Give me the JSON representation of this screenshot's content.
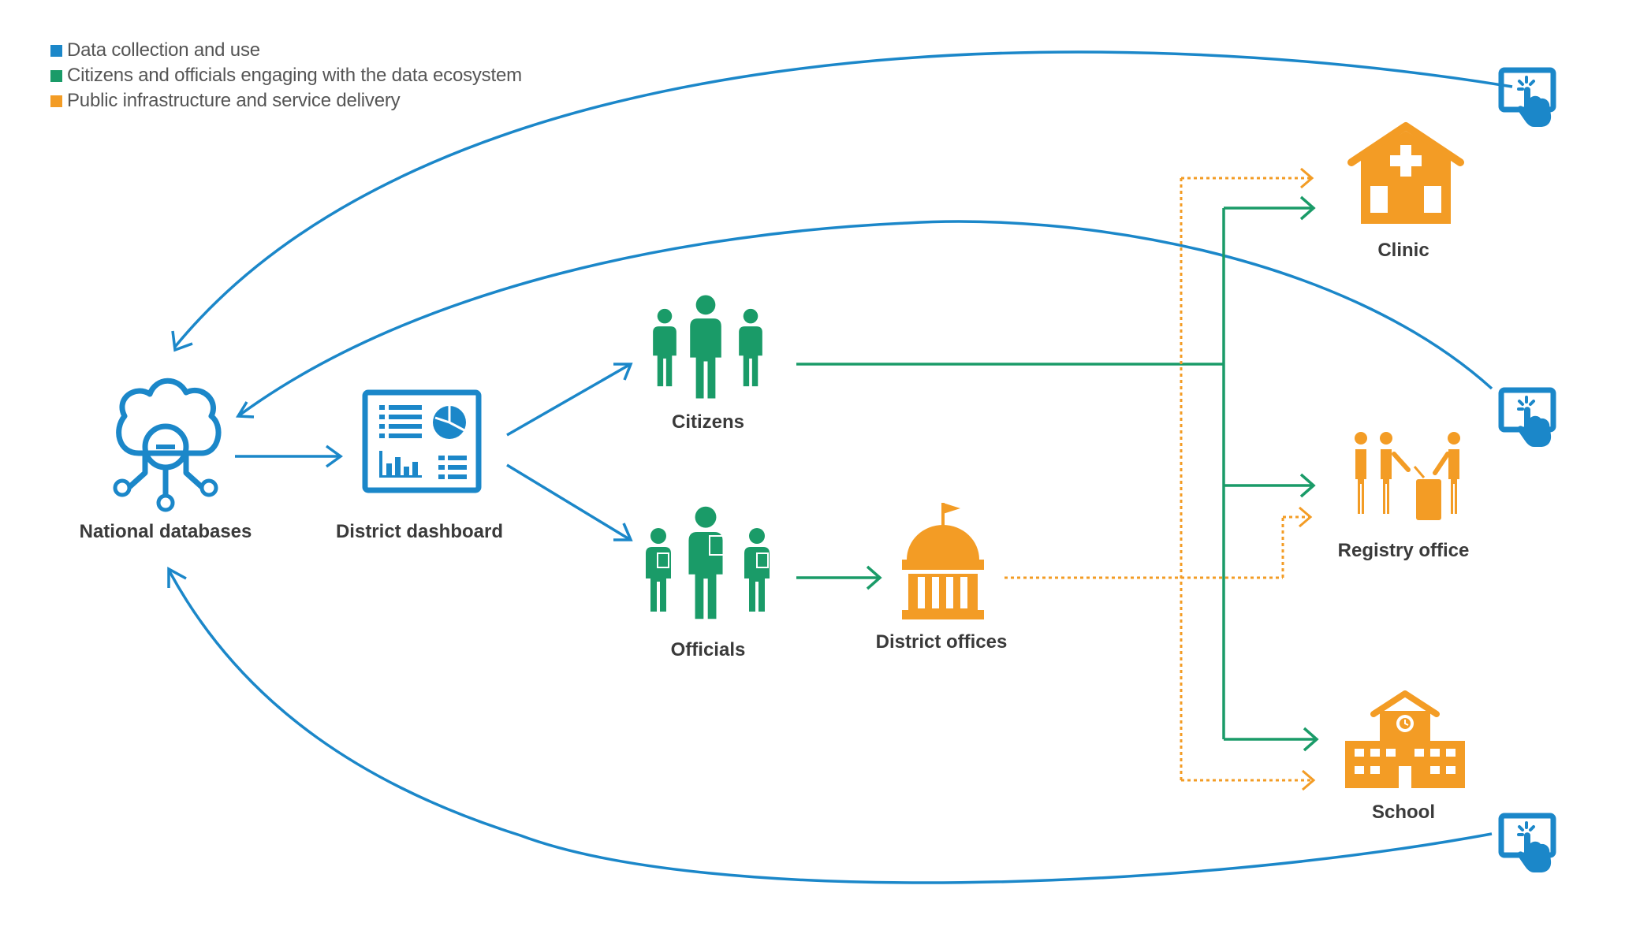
{
  "colors": {
    "data": "#1b87c9",
    "engagement": "#1a9b68",
    "infrastructure": "#f39c25",
    "label": "#3a3a3a",
    "legend_text": "#555555"
  },
  "legend": [
    {
      "label": "Data collection and use",
      "color": "#1b87c9"
    },
    {
      "label": "Citizens and officials engaging with the data ecosystem",
      "color": "#1a9b68"
    },
    {
      "label": "Public infrastructure and service delivery",
      "color": "#f39c25"
    }
  ],
  "nodes": {
    "national_databases": {
      "label": "National databases",
      "icon": "cloud-database-icon"
    },
    "district_dashboard": {
      "label": "District dashboard",
      "icon": "dashboard-icon"
    },
    "citizens": {
      "label": "Citizens",
      "icon": "people-icon"
    },
    "officials": {
      "label": "Officials",
      "icon": "officials-icon"
    },
    "district_offices": {
      "label": "District offices",
      "icon": "government-building-icon"
    },
    "clinic": {
      "label": "Clinic",
      "icon": "clinic-icon"
    },
    "registry_office": {
      "label": "Registry office",
      "icon": "registry-icon"
    },
    "school": {
      "label": "School",
      "icon": "school-icon"
    }
  },
  "touch_devices": [
    "touchscreen-icon",
    "touchscreen-icon",
    "touchscreen-icon"
  ]
}
